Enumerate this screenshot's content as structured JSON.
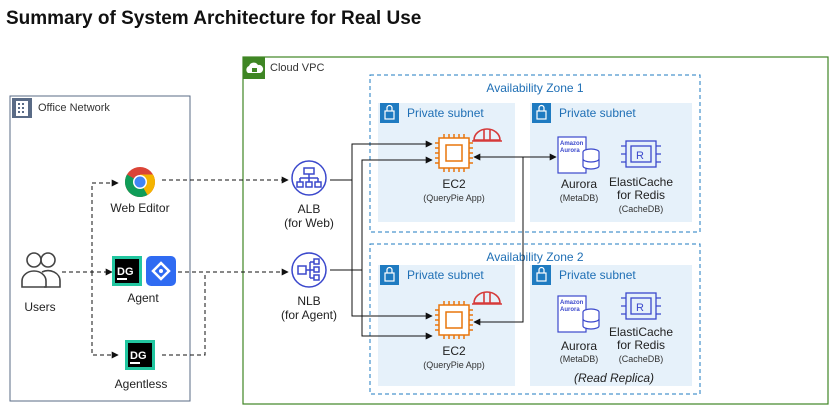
{
  "title": "Summary of System Architecture for Real Use",
  "office": {
    "label": "Office Network",
    "icon": "building-icon"
  },
  "vpc": {
    "label": "Cloud VPC",
    "icon": "cloud-lock-icon",
    "border_color": "#3f8624"
  },
  "users": {
    "label": "Users",
    "icon": "users-icon"
  },
  "web_editor": {
    "label": "Web Editor",
    "icon": "chrome-icon"
  },
  "agent": {
    "label": "Agent",
    "icons": [
      "datagrip-icon",
      "querypie-icon"
    ]
  },
  "agentless": {
    "label": "Agentless",
    "icon": "datagrip-icon"
  },
  "alb": {
    "label": "ALB",
    "sub": "(for Web)",
    "icon": "alb-icon"
  },
  "nlb": {
    "label": "NLB",
    "sub": "(for Agent)",
    "icon": "nlb-icon"
  },
  "az1": {
    "label": "Availability Zone 1",
    "subnet_app": "Private subnet",
    "subnet_db": "Private subnet",
    "ec2": {
      "label": "EC2",
      "sub": "(QueryPie App)"
    },
    "aurora": {
      "label": "Aurora",
      "sub": "(MetaDB)",
      "brand": [
        "Amazon",
        "Aurora"
      ]
    },
    "cache": {
      "label1": "ElastiCache",
      "label2": "for Redis",
      "sub": "(CacheDB)"
    }
  },
  "az2": {
    "label": "Availability Zone 2",
    "subnet_app": "Private subnet",
    "subnet_db": "Private subnet",
    "ec2": {
      "label": "EC2",
      "sub": "(QueryPie App)"
    },
    "aurora": {
      "label": "Aurora",
      "sub": "(MetaDB)",
      "brand": [
        "Amazon",
        "Aurora"
      ]
    },
    "cache": {
      "label1": "ElastiCache",
      "label2": "for Redis",
      "sub": "(CacheDB)"
    },
    "note": "(Read Replica)"
  },
  "colors": {
    "subnet_bg": "#e6f1fa",
    "az_border": "#1f7bc1",
    "ec2": "#e8760c",
    "aurora": "#3b48cc",
    "helmet": "#d63a3a"
  }
}
